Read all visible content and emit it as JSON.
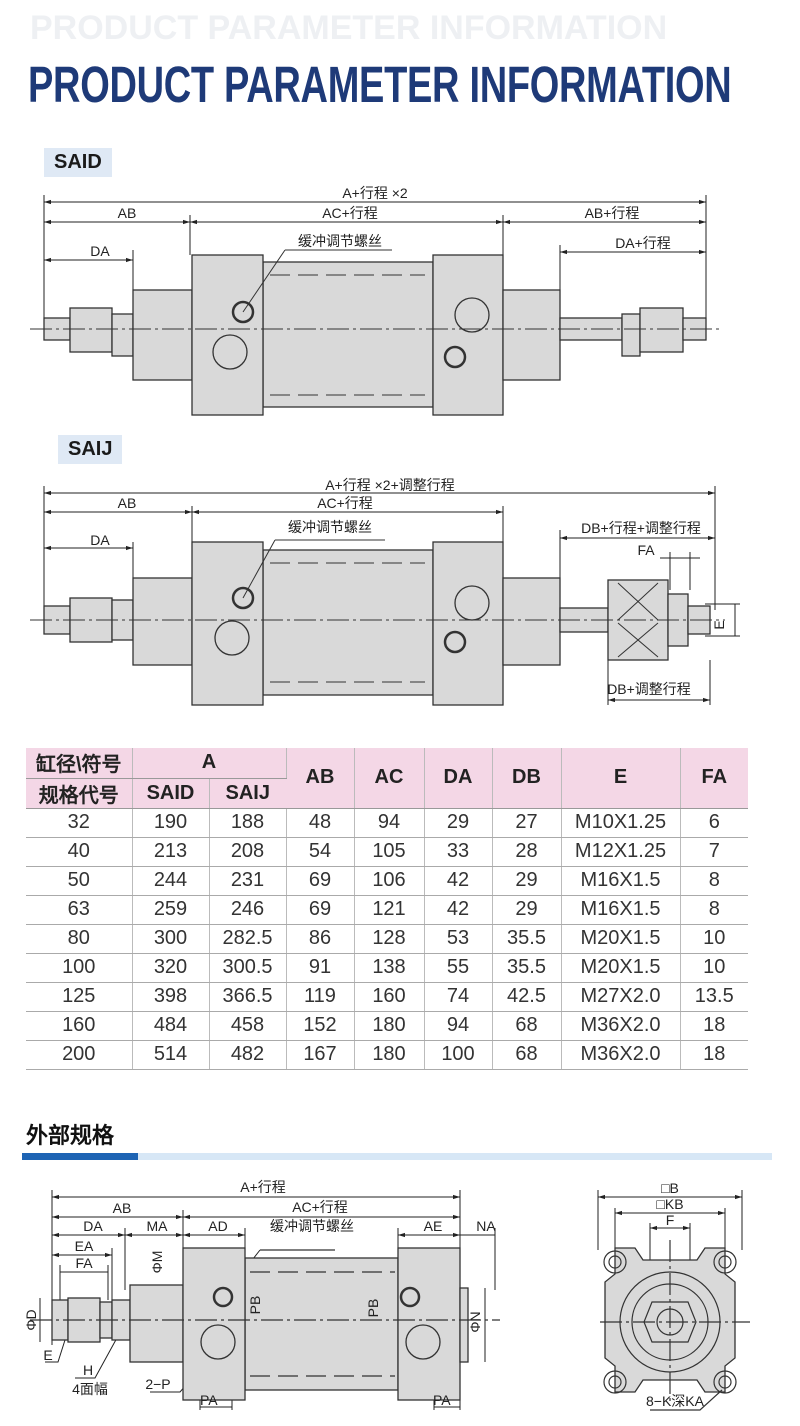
{
  "header": {
    "watermark": "PRODUCT PARAMETER INFORMATION",
    "title": "PRODUCT PARAMETER INFORMATION"
  },
  "said": {
    "tag": "SAID",
    "dims": {
      "total": "A+行程 ×2",
      "ab": "AB",
      "ac": "AC+行程",
      "ab_stroke": "AB+行程",
      "da": "DA",
      "da_stroke": "DA+行程",
      "cushion": "缓冲调节螺丝"
    }
  },
  "saij": {
    "tag": "SAIJ",
    "dims": {
      "total": "A+行程 ×2+调整行程",
      "ab": "AB",
      "ac": "AC+行程",
      "da": "DA",
      "db": "DB+行程+调整行程",
      "fa": "FA",
      "e": "E",
      "db_adj": "DB+调整行程",
      "cushion": "缓冲调节螺丝"
    }
  },
  "table": {
    "head1": "缸径\\符号",
    "head2": "规格代号",
    "a": "A",
    "said": "SAID",
    "saij": "SAIJ",
    "cols": [
      "AB",
      "AC",
      "DA",
      "DB",
      "E",
      "FA"
    ],
    "rows": [
      [
        "32",
        "190",
        "188",
        "48",
        "94",
        "29",
        "27",
        "M10X1.25",
        "6"
      ],
      [
        "40",
        "213",
        "208",
        "54",
        "105",
        "33",
        "28",
        "M12X1.25",
        "7"
      ],
      [
        "50",
        "244",
        "231",
        "69",
        "106",
        "42",
        "29",
        "M16X1.5",
        "8"
      ],
      [
        "63",
        "259",
        "246",
        "69",
        "121",
        "42",
        "29",
        "M16X1.5",
        "8"
      ],
      [
        "80",
        "300",
        "282.5",
        "86",
        "128",
        "53",
        "35.5",
        "M20X1.5",
        "10"
      ],
      [
        "100",
        "320",
        "300.5",
        "91",
        "138",
        "55",
        "35.5",
        "M20X1.5",
        "10"
      ],
      [
        "125",
        "398",
        "366.5",
        "119",
        "160",
        "74",
        "42.5",
        "M27X2.0",
        "13.5"
      ],
      [
        "160",
        "484",
        "458",
        "152",
        "180",
        "94",
        "68",
        "M36X2.0",
        "18"
      ],
      [
        "200",
        "514",
        "482",
        "167",
        "180",
        "100",
        "68",
        "M36X2.0",
        "18"
      ]
    ]
  },
  "external": {
    "title": "外部规格",
    "side": {
      "total": "A+行程",
      "ab": "AB",
      "ac": "AC+行程",
      "da": "DA",
      "ma": "MA",
      "ad": "AD",
      "cushion": "缓冲调节螺丝",
      "ae": "AE",
      "na": "NA",
      "ea": "EA",
      "fa": "FA",
      "phi_d": "ΦD",
      "phi_m": "ΦM",
      "phi_n": "ΦN",
      "pb": "PB",
      "e": "E",
      "h": "H",
      "faces": "4面幅",
      "p": "2−P",
      "pa": "PA"
    },
    "end": {
      "b": "□B",
      "kb": "□KB",
      "f": "F",
      "k": "8−K深KA"
    }
  },
  "colors": {
    "title": "#1e3a78",
    "header_bg": "#f4d7e6",
    "tag_bg": "#dfe9f5",
    "accent": "#1e64b4",
    "part": "#d9d9d9"
  }
}
